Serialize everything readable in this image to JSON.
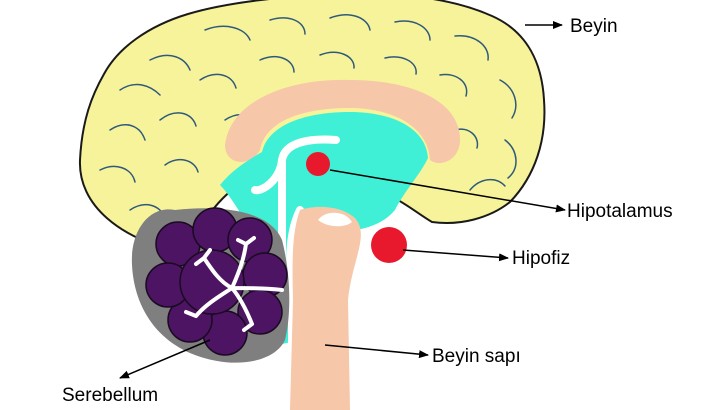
{
  "labels": {
    "brain": "Beyin",
    "hypothalamus": "Hipotalamus",
    "pituitary": "Hipofiz",
    "brainstem": "Beyin sapı",
    "cerebellum": "Serebellum"
  },
  "colors": {
    "cerebrum": "#f7f39a",
    "corpus_callosum": "#f6c7a9",
    "ventricle": "#3ff0d6",
    "brainstem": "#f6c7a9",
    "cerebellum_outer": "#7f7f7f",
    "cerebellum_inner": "#4c1462",
    "hypothalamus": "#e8192c",
    "pituitary": "#e8192c",
    "fold_line": "#2f5a7a",
    "arrow": "#000000"
  }
}
